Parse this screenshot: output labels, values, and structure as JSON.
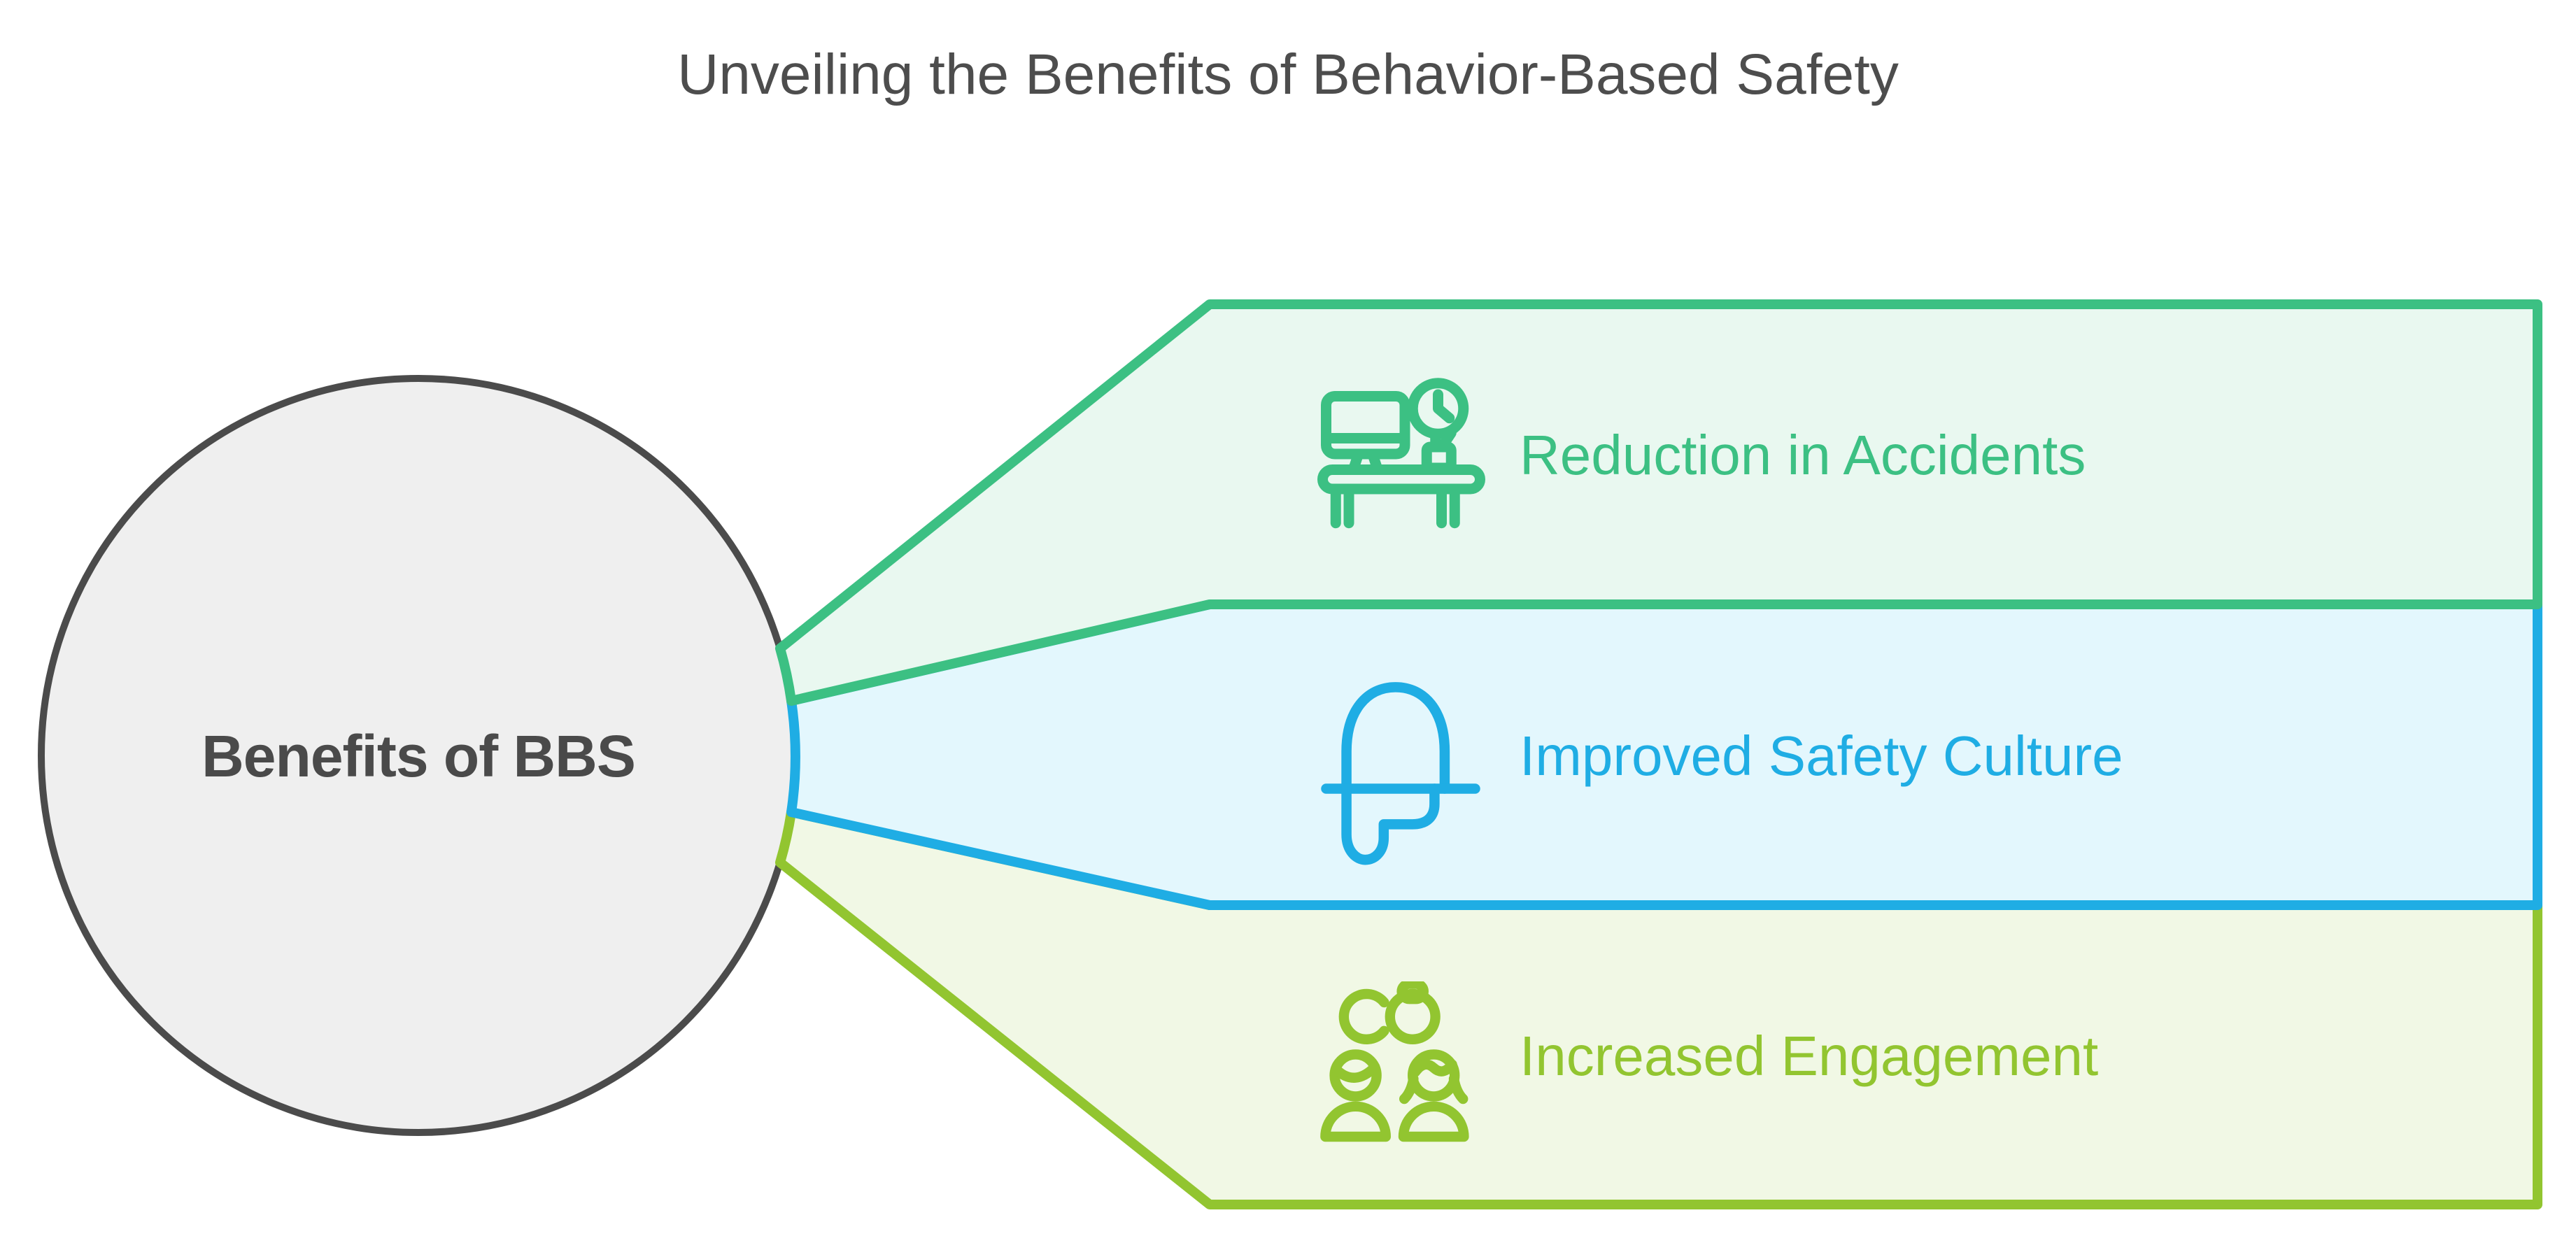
{
  "title": "Unveiling the Benefits of Behavior-Based Safety",
  "center": {
    "label": "Benefits of BBS"
  },
  "benefits": [
    {
      "label": "Reduction in Accidents",
      "icon": "desk-clock-icon",
      "accent": "#3cc083",
      "fill": "#e9f8f0"
    },
    {
      "label": "Improved Safety Culture",
      "icon": "hard-hat-icon",
      "accent": "#1fade4",
      "fill": "#e3f7fd"
    },
    {
      "label": "Increased Engagement",
      "icon": "people-link-icon",
      "accent": "#92c530",
      "fill": "#f1f8e5"
    }
  ],
  "colors": {
    "background": "#ffffff",
    "title_text": "#4d4d4d",
    "circle_fill": "#efefef",
    "circle_stroke": "#4b4b4b"
  }
}
